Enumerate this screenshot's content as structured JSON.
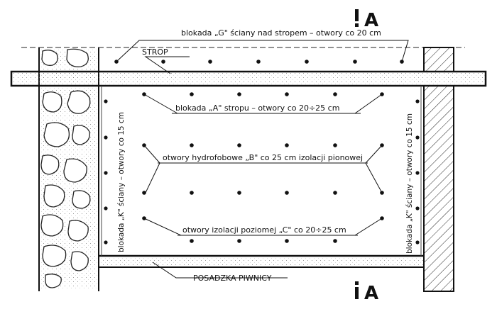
{
  "section_marker": {
    "top": "A",
    "bottom": "A"
  },
  "labels": {
    "strop": "STROP",
    "posadzka": "POSADZKA PIWNICY",
    "blokada_g": "blokada „G\" ściany nad stropem – otwory co 20 cm",
    "blokada_a": "blokada „A\" stropu – otwory co 20÷25 cm",
    "otwory_b": "otwory hydrofobowe „B\" co 25 cm izolacji pionowej",
    "otwory_c": "otwory izolacji poziomej „C\" co 20÷25 cm",
    "blokada_k_left": "blokada „K\" ściany – otwory co 15 cm",
    "blokada_k_right": "blokada „K\" ściany – otwory co 15 cm"
  }
}
